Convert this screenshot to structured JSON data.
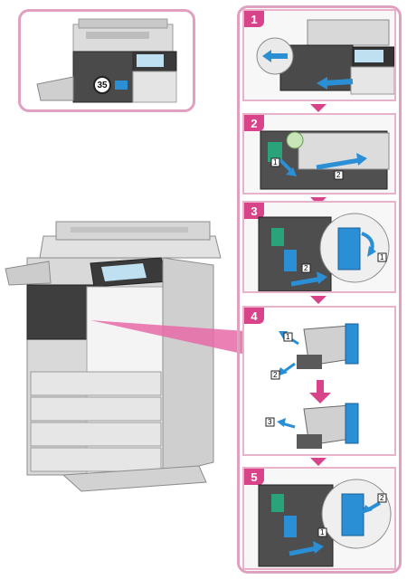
{
  "overview": {
    "callout_number": "35"
  },
  "steps": [
    {
      "number": "1"
    },
    {
      "number": "2",
      "markers": [
        "1",
        "2"
      ]
    },
    {
      "number": "3",
      "markers": [
        "1",
        "2"
      ]
    },
    {
      "number": "4",
      "markers": [
        "1",
        "2",
        "3"
      ]
    },
    {
      "number": "5",
      "markers": [
        "1",
        "2"
      ]
    }
  ],
  "colors": {
    "accent": "#d8438a",
    "frame": "#e0a0bf",
    "blue_part": "#2b8fd6",
    "green_part": "#2aa37a"
  }
}
